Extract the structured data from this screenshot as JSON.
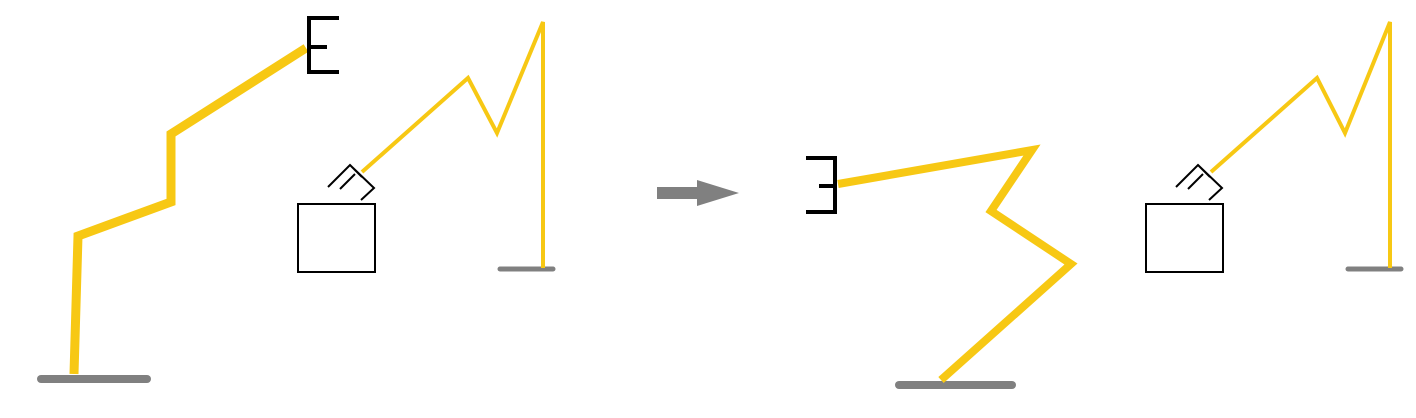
{
  "colors": {
    "arm": "#F7C814",
    "base": "#808080",
    "outline": "#000000",
    "arrow": "#808080",
    "background": "#FFFFFF"
  },
  "panels": {
    "before": {
      "robot_a": {
        "shape": "four-segment arm on floor base with open gripper (facing right)"
      },
      "robot_b": {
        "shape": "zig-zag arm on floor base with small gripper holding over box"
      },
      "box": {
        "shape": "square"
      }
    },
    "transition": {
      "icon": "arrow-right-icon"
    },
    "after": {
      "robot_a": {
        "shape": "zig-zag arm on floor base with open gripper (facing left)"
      },
      "robot_b": {
        "shape": "zig-zag arm on floor base with small gripper holding over box"
      },
      "box": {
        "shape": "square"
      }
    }
  }
}
